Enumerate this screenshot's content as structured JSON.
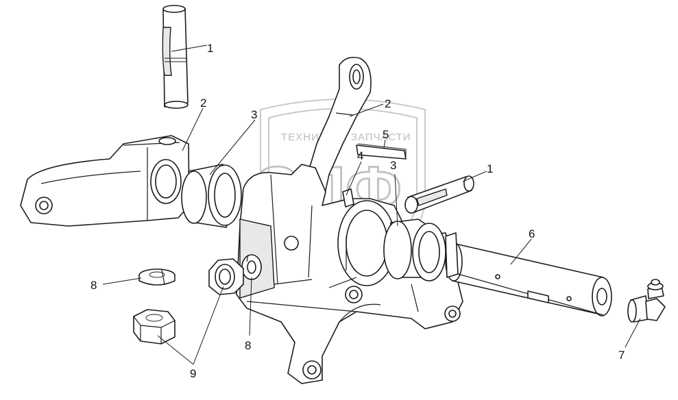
{
  "watermark": {
    "line_left": "ТЕХНИКА",
    "line_right": "ЗАПЧАСТИ",
    "logo": "ЭЛФ"
  },
  "callouts": [
    {
      "id": "c1a",
      "label": "1"
    },
    {
      "id": "c2a",
      "label": "2"
    },
    {
      "id": "c3a",
      "label": "3"
    },
    {
      "id": "c2b",
      "label": "2"
    },
    {
      "id": "c5",
      "label": "5"
    },
    {
      "id": "c4",
      "label": "4"
    },
    {
      "id": "c3b",
      "label": "3"
    },
    {
      "id": "c1b",
      "label": "1"
    },
    {
      "id": "c6",
      "label": "6"
    },
    {
      "id": "c8a",
      "label": "8"
    },
    {
      "id": "c8b",
      "label": "8"
    },
    {
      "id": "c9",
      "label": "9"
    },
    {
      "id": "c7",
      "label": "7"
    }
  ]
}
